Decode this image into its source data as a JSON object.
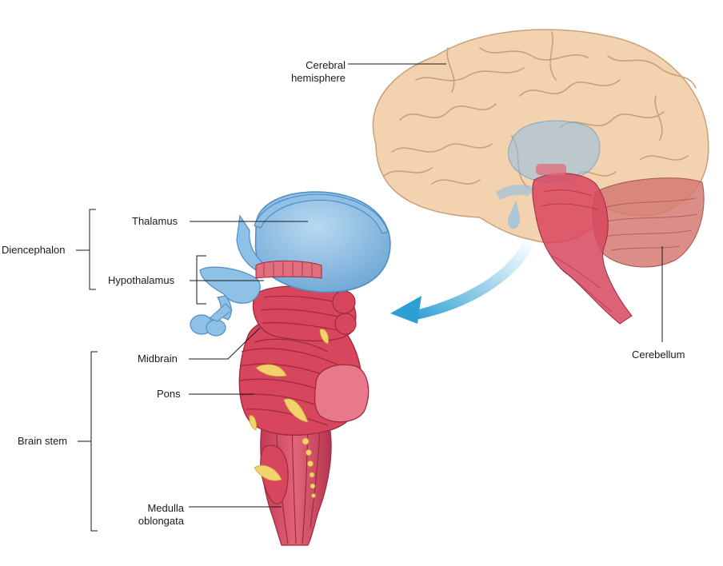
{
  "labels": {
    "cerebral_hemisphere": [
      "Cerebral",
      "hemisphere"
    ],
    "thalamus": "Thalamus",
    "hypothalamus": "Hypothalamus",
    "diencephalon": "Diencephalon",
    "midbrain": "Midbrain",
    "pons": "Pons",
    "brain_stem": "Brain stem",
    "medulla_oblongata": [
      "Medulla",
      "oblongata"
    ],
    "cerebellum": "Cerebellum"
  },
  "colors": {
    "cerebrum": "#f3d2b0",
    "cerebrum_fold": "#c9a07a",
    "brainstem": "#d8465e",
    "brainstem_dark": "#9e2a40",
    "thalamus": "#8fc0e6",
    "thalamus_dark": "#4f8ec4",
    "nerve": "#f2d26a",
    "arrow": "#4ab0dc",
    "cerebellum": "#d47a72",
    "line": "#1a1a1a"
  }
}
